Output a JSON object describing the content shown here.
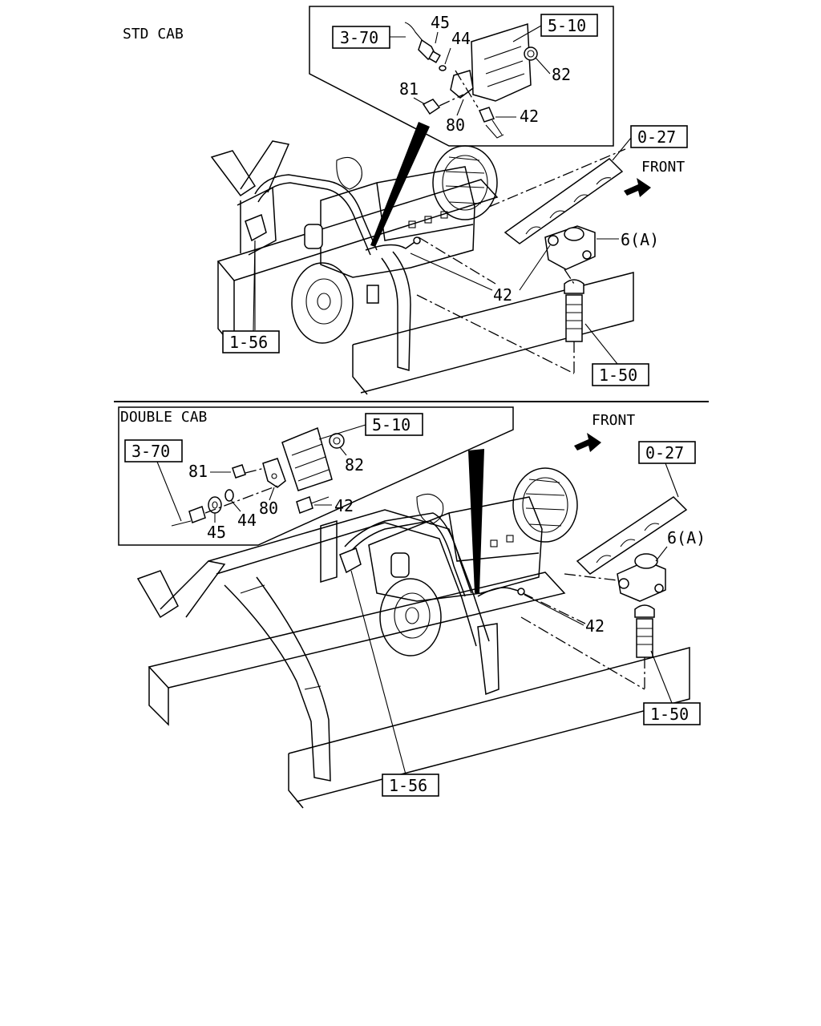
{
  "std_cab": {
    "title": "STD CAB",
    "front_label": "FRONT",
    "refs": {
      "r_3_70": "3-70",
      "r_5_10": "5-10",
      "r_0_27": "0-27",
      "r_1_56": "1-56",
      "r_1_50": "1-50"
    },
    "callouts": {
      "c45": "45",
      "c44": "44",
      "c82": "82",
      "c81": "81",
      "c80": "80",
      "c42_detail": "42",
      "c6a": "6(A)",
      "c42_main": "42"
    }
  },
  "double_cab": {
    "title": "DOUBLE CAB",
    "front_label": "FRONT",
    "refs": {
      "r_5_10": "5-10",
      "r_3_70": "3-70",
      "r_0_27": "0-27",
      "r_1_50": "1-50",
      "r_1_56": "1-56"
    },
    "callouts": {
      "c81": "81",
      "c82": "82",
      "c80": "80",
      "c42_detail": "42",
      "c44": "44",
      "c45": "45",
      "c6a": "6(A)",
      "c42_main": "42"
    }
  }
}
